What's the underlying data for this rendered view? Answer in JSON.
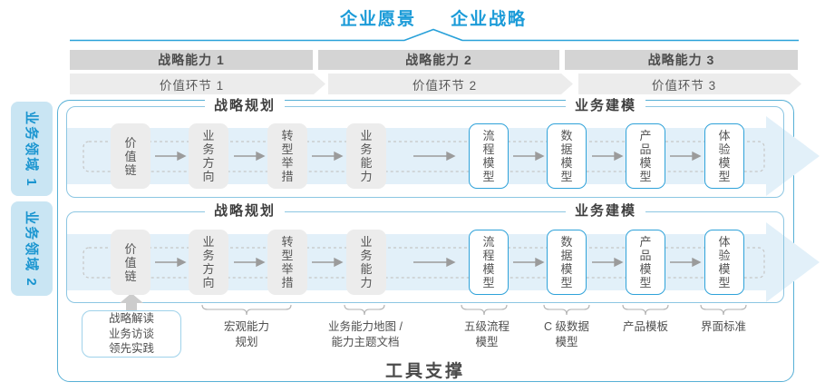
{
  "header": {
    "vision": "企业愿景",
    "strategy": "企业战略"
  },
  "capabilities": [
    "战略能力 1",
    "战略能力 2",
    "战略能力 3"
  ],
  "value_links": [
    "价值环节 1",
    "价值环节 2",
    "价值环节 3"
  ],
  "domains": [
    "业务领域 1",
    "业务领域 2"
  ],
  "panel": {
    "planning_title": "战略规划",
    "modeling_title": "业务建模",
    "planning_boxes": [
      "价值链",
      "业务方向",
      "转型举措",
      "业务能力"
    ],
    "modeling_boxes": [
      "流程模型",
      "数据模型",
      "产品模型",
      "体验模型"
    ]
  },
  "annotations": {
    "inputs_box": "战略解读\n业务访谈\n领先实践",
    "notes": [
      "宏观能力\n规划",
      "业务能力地图 /\n能力主题文档",
      "五级流程\n模型",
      "C 级数据\n模型",
      "产品模板",
      "界面标准"
    ]
  },
  "footer": {
    "tool_support": "工具支撑"
  },
  "colors": {
    "accent_blue": "#1b9bd8",
    "container_border": "#57b0d6",
    "panel_border": "#8cc6e2",
    "band_fill": "#e2f0f9",
    "bar_fill": "#d4d4d4",
    "chevron_fill": "#ececec",
    "gray_box_fill": "#ececec",
    "blue_box_border": "#2fa2d9",
    "domain_tile_fill": "#c9e5f3"
  }
}
